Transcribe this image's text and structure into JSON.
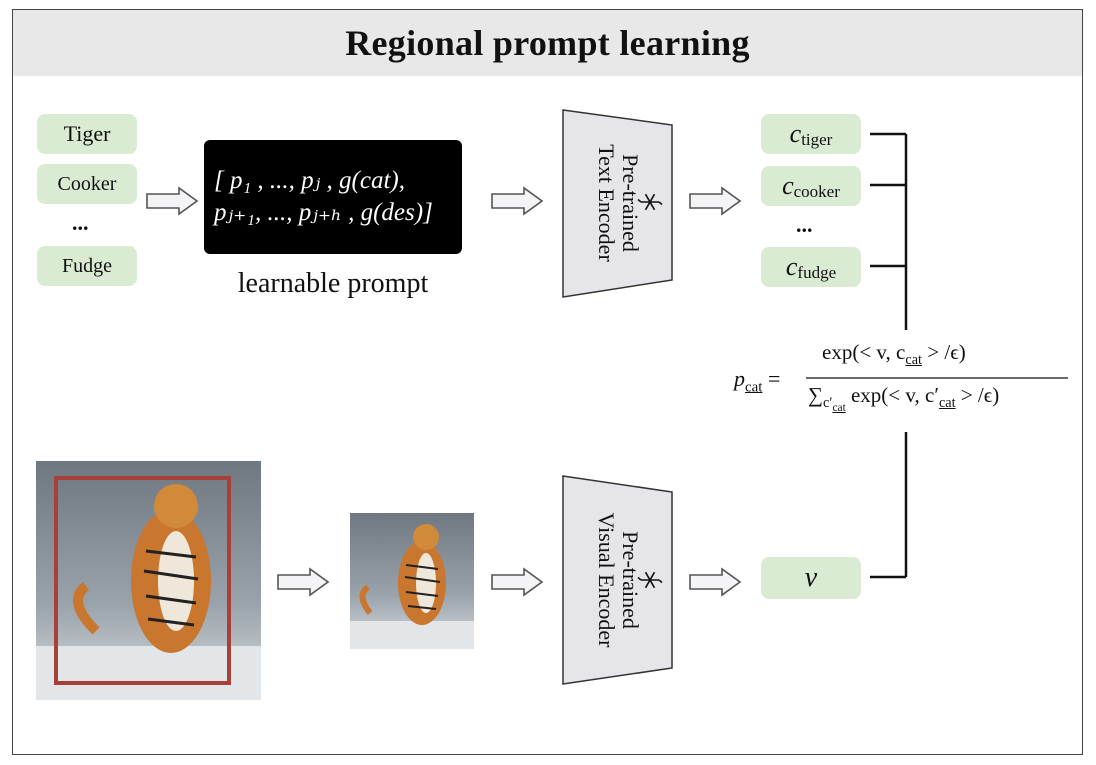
{
  "title": "Regional prompt learning",
  "categories": {
    "items": [
      "Tiger",
      "Cooker",
      "...",
      "Fudge"
    ]
  },
  "prompt": {
    "line1": "[ p₁ ,  ...,  pⱼ ,  g(cat),",
    "line2": "pⱼ₊₁, ..., pⱼ₊ₕ , g(des)]",
    "caption": "learnable prompt"
  },
  "text_encoder": {
    "label_line1": "Pre-trained",
    "label_line2": "Text Encoder",
    "icon": "snowflake-icon"
  },
  "visual_encoder": {
    "label_line1": "Pre-trained",
    "label_line2": "Visual Encoder",
    "icon": "snowflake-icon"
  },
  "embeddings": {
    "c_tiger": "tiger",
    "c_cooker": "cooker",
    "dots": "...",
    "c_fudge": "fudge",
    "c_symbol": "c"
  },
  "visual_feature": "v",
  "formula": {
    "lhs": "p",
    "lhs_sub": "cat",
    "numerator": "exp(< v, c",
    "numerator_sub": "cat",
    "numerator_tail": " > /ϵ)",
    "denominator_sum": "∑",
    "denominator_sum_sub": "c′",
    "denominator_sum_subsub": "cat",
    "denominator": "exp(< v, c′",
    "denominator_sub": "cat",
    "denominator_tail": " > /ϵ)"
  },
  "colors": {
    "pill_green": "#d9ebd2",
    "encoder_gray": "#e6e6ea",
    "title_bar": "#e8e8e8",
    "bbox_red": "#a8403a"
  }
}
